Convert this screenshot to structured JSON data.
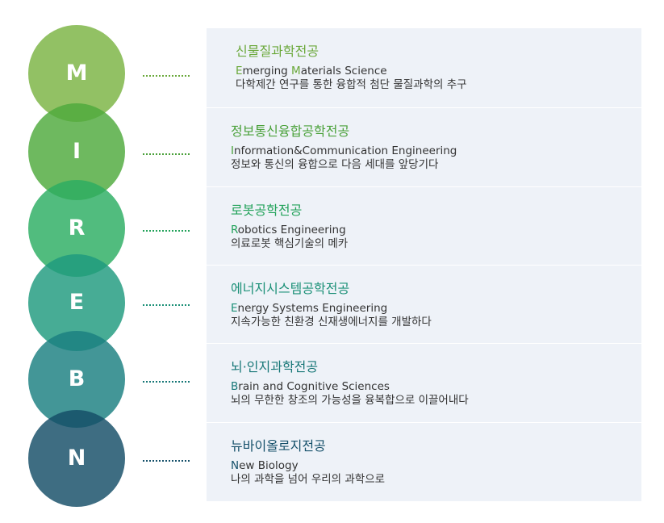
{
  "majors": [
    {
      "letter": "M",
      "circle_color": "#7ab342",
      "accent_color": "#6aa83a",
      "title": "신물질과학전공",
      "en_parts": [
        [
          "E",
          "merging "
        ],
        [
          "M",
          "aterials Science"
        ]
      ],
      "desc": "다학제간 연구를 통한 융합적 첨단 물질과학의 추구"
    },
    {
      "letter": "I",
      "circle_color": "#4eaa3c",
      "accent_color": "#4aa13a",
      "title": "정보통신융합공학전공",
      "en_parts": [
        [
          "I",
          "nformation&Communication Engineering"
        ]
      ],
      "desc": "정보와 통신의 융합으로 다음 세대를 앞당기다"
    },
    {
      "letter": "R",
      "circle_color": "#2bad62",
      "accent_color": "#22a25a",
      "title": "로봇공학전공",
      "en_parts": [
        [
          "R",
          "obotics Engineering"
        ]
      ],
      "desc": "의료로봇 핵심기술의 메카"
    },
    {
      "letter": "E",
      "circle_color": "#1e9a7e",
      "accent_color": "#1b9077",
      "title": "에너지시스템공학전공",
      "en_parts": [
        [
          "E",
          "nergy Systems Engineering"
        ]
      ],
      "desc": "지속가능한 친환경 신재생에너지를 개발하다"
    },
    {
      "letter": "B",
      "circle_color": "#1a7f80",
      "accent_color": "#177777",
      "title": "뇌·인지과학전공",
      "en_parts": [
        [
          "B",
          "rain and Cognitive Sciences"
        ]
      ],
      "desc": "뇌의 무한한 창조의 가능성을 융복합으로 이끌어내다"
    },
    {
      "letter": "N",
      "circle_color": "#134d66",
      "accent_color": "#15506a",
      "title": "뉴바이올로지전공",
      "en_parts": [
        [
          "N",
          "ew Biology"
        ]
      ],
      "desc": "나의 과학을 넘어 우리의 과학으로"
    }
  ]
}
